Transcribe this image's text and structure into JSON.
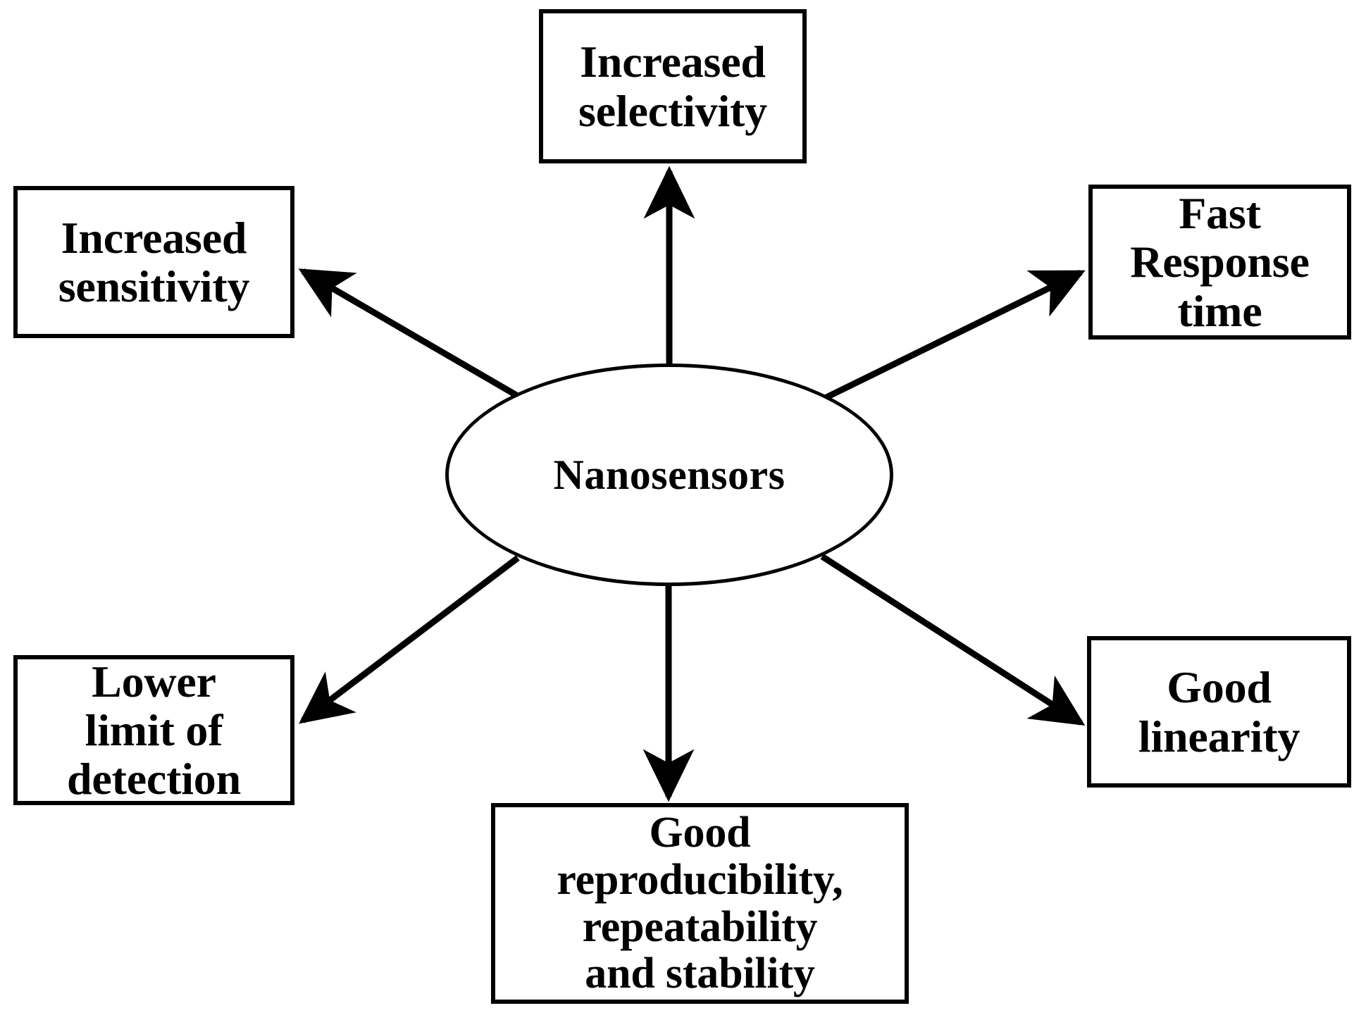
{
  "diagram": {
    "type": "hub-and-spoke",
    "center": {
      "id": "nanosensors",
      "label": "Nanosensors",
      "shape": "ellipse"
    },
    "nodes": [
      {
        "id": "increased-selectivity",
        "label": "Increased\nselectivity",
        "shape": "rectangle",
        "position": "top"
      },
      {
        "id": "increased-sensitivity",
        "label": "Increased\nsensitivity",
        "shape": "rectangle",
        "position": "top-left"
      },
      {
        "id": "fast-response-time",
        "label": "Fast\nResponse\ntime",
        "shape": "rectangle",
        "position": "top-right"
      },
      {
        "id": "lower-limit",
        "label": "Lower\nlimit of\ndetection",
        "shape": "rectangle",
        "position": "bottom-left"
      },
      {
        "id": "good-linearity",
        "label": "Good\nlinearity",
        "shape": "rectangle",
        "position": "bottom-right"
      },
      {
        "id": "good-reproducibility",
        "label": "Good\nreproducibility,\nrepeatability\nand stability",
        "shape": "rectangle",
        "position": "bottom"
      }
    ],
    "edges": [
      {
        "from": "nanosensors",
        "to": "increased-selectivity",
        "arrow": "single"
      },
      {
        "from": "nanosensors",
        "to": "increased-sensitivity",
        "arrow": "single"
      },
      {
        "from": "nanosensors",
        "to": "fast-response-time",
        "arrow": "single"
      },
      {
        "from": "nanosensors",
        "to": "lower-limit",
        "arrow": "single"
      },
      {
        "from": "nanosensors",
        "to": "good-linearity",
        "arrow": "single"
      },
      {
        "from": "nanosensors",
        "to": "good-reproducibility",
        "arrow": "single"
      }
    ],
    "colors": {
      "stroke": "#000000",
      "fill": "#ffffff",
      "text": "#000000"
    }
  }
}
